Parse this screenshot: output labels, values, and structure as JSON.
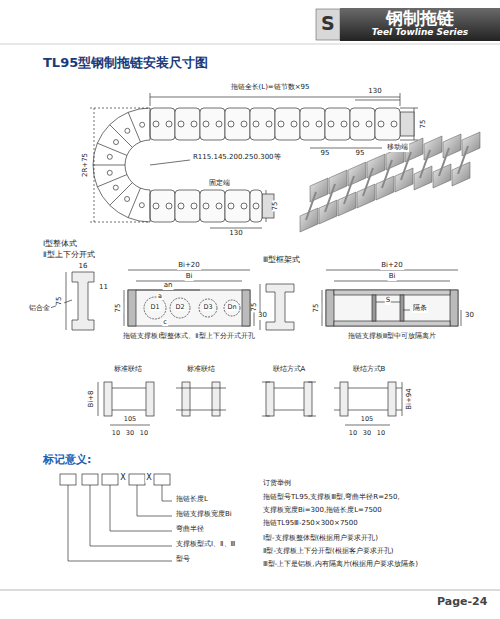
{
  "diagram": {
    "title": "TL95型钢制拖链安装尺寸图",
    "nodes": [
      {
        "text": [
          "钢制拖链",
          "Teel Towline Series"
        ]
      }
    ],
    "labels": [
      "S",
      "拖链全长(L)=链节数×95",
      "130",
      "75",
      "95",
      "95",
      "移动端",
      "R115.145.200.250.300等",
      "2R+75",
      "固定端",
      "130",
      "75",
      "Ⅰ型整体式",
      "Ⅱ型上下分开式",
      "16",
      "11",
      "75",
      "铝合金",
      "Bi+20",
      "Bi",
      "an",
      "a",
      "D1",
      "D2",
      "D3",
      "Dn",
      "c",
      "75",
      "30",
      "拖链支撑板Ⅰ型整体式、Ⅱ型上下分开式开孔",
      "Ⅲ型框架式",
      "75",
      "Bi+20",
      "Bi",
      "S",
      "隔条",
      "75",
      "30",
      "拖链支撑板Ⅲ型中可放隔离片",
      "标准联结",
      "标准联结",
      "联结方式A",
      "联结方式B",
      "Bi+8",
      "105",
      "10",
      "30",
      "10",
      "105",
      "10",
      "30",
      "10",
      "Bi+94",
      "标记意义:",
      "X",
      "X",
      "拖链长度L",
      "拖链支撑板宽度Bi",
      "弯曲半径",
      "支撑板型式Ⅰ、Ⅱ、Ⅲ",
      "型号",
      "订货举例",
      "拖链型号TL95,支撑板Ⅲ型,弯曲半径R=250,",
      "支撑板宽度Bi=300,拖链长度L=7500",
      "拖链TL95Ⅲ-250×300×7500",
      "Ⅰ型-支撑板整体型(根据用户要求开孔)",
      "Ⅱ型-支撑板上下分开型(根据客户要求开孔)",
      "Ⅲ型-上下是铝板,内有隔离片(根据用户要求放隔条)",
      "Page-24"
    ]
  }
}
